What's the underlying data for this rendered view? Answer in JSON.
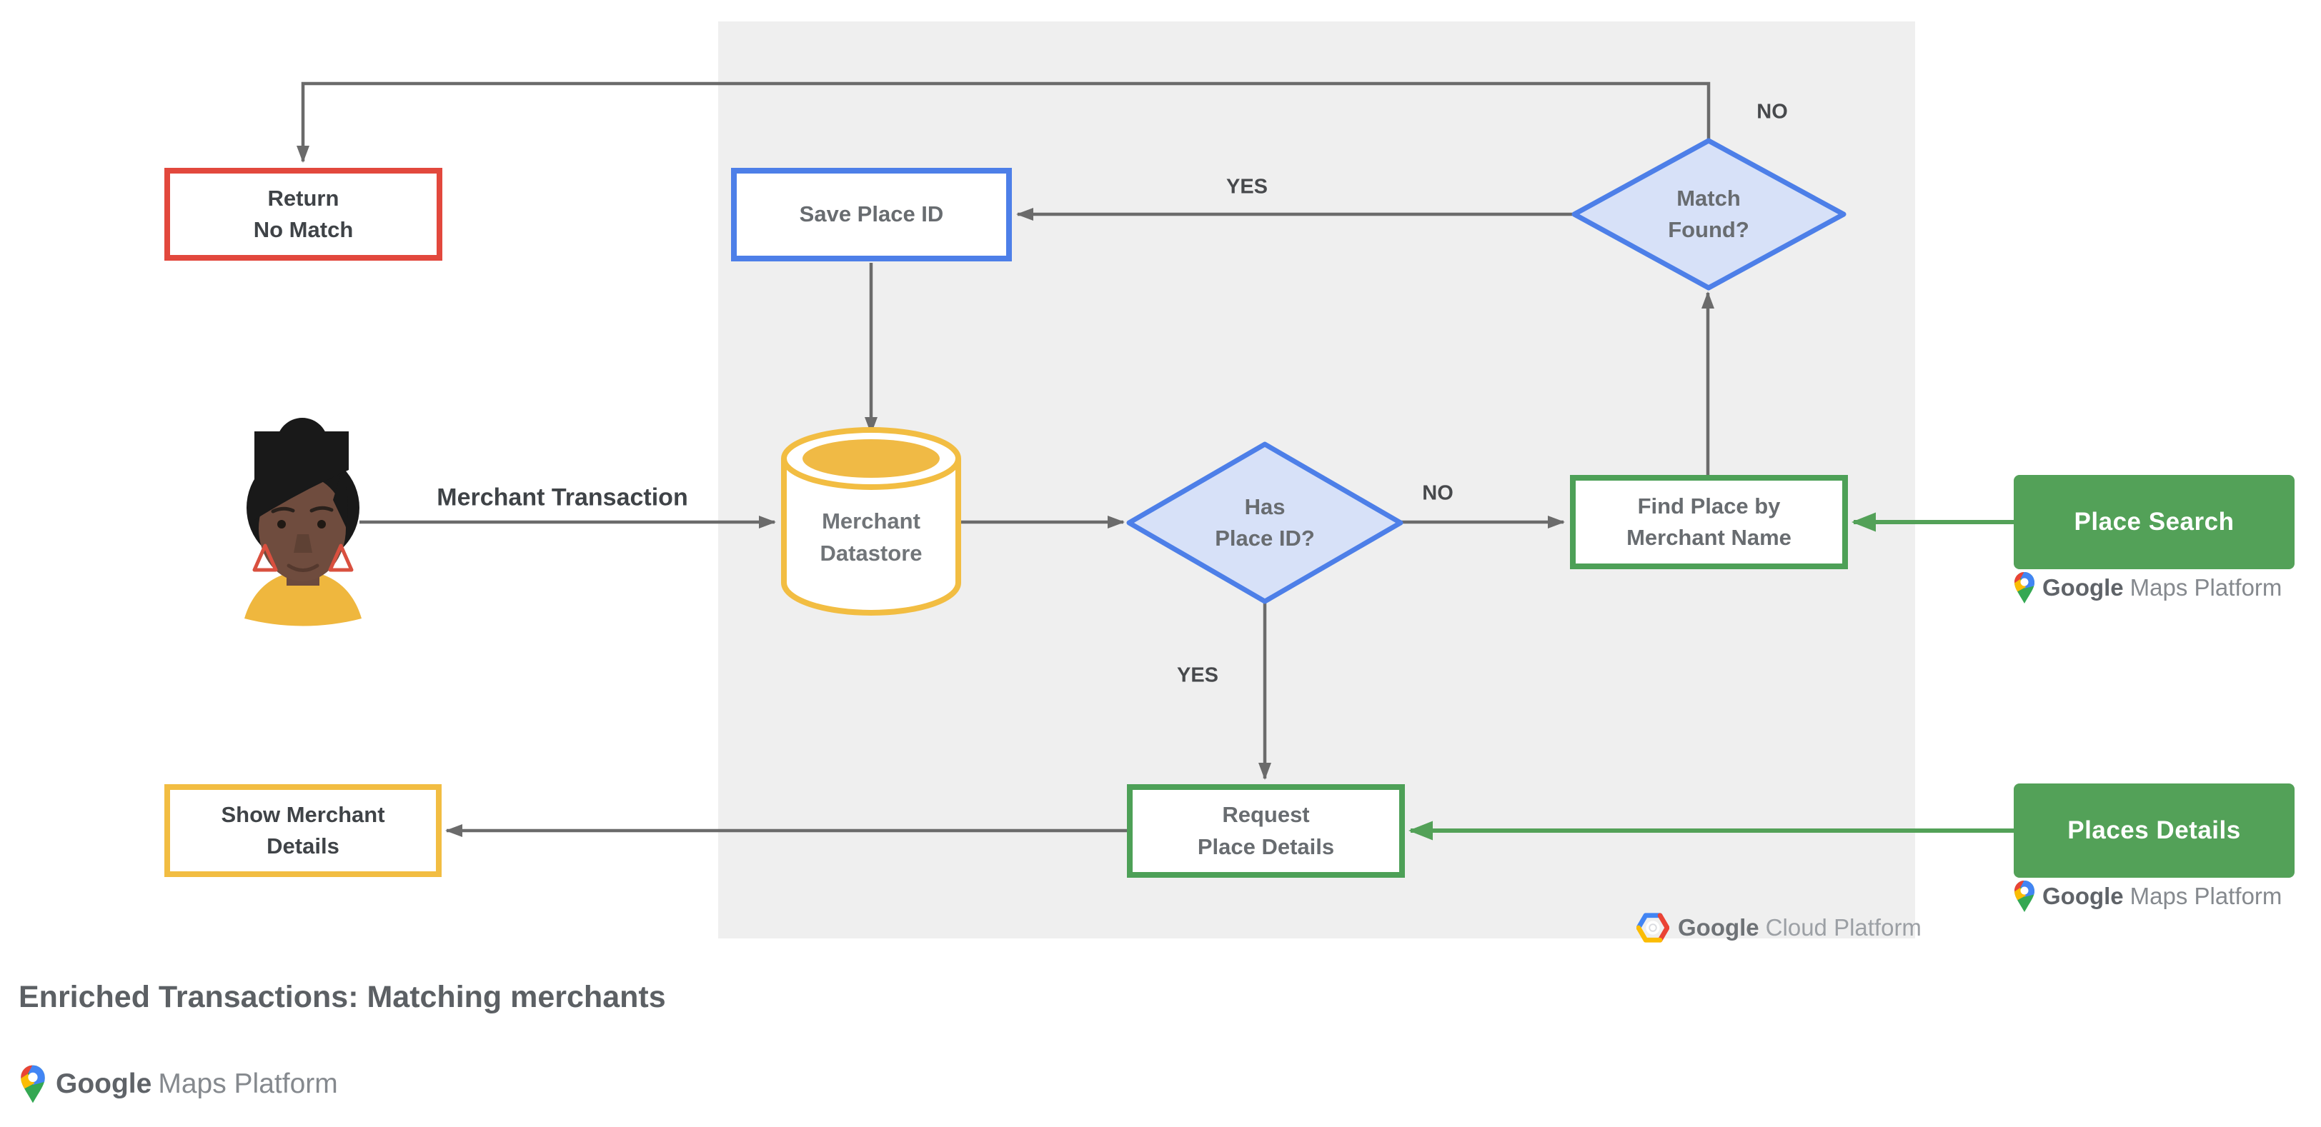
{
  "title": "Enriched Transactions: Matching merchants",
  "colors": {
    "panel_bg": "#EFEFEF",
    "line_gray": "#6B6B6B",
    "node_red": "#E2483D",
    "node_blue": "#4D7FE8",
    "node_blue_fill": "#D7E1F8",
    "node_yellow": "#F2BD42",
    "node_green": "#53A158",
    "text_dark": "#3F4347",
    "text_medium": "#686C70",
    "google_blue": "#4285F4",
    "google_red": "#EA4335",
    "google_yellow": "#FBBC04",
    "google_green": "#34A853"
  },
  "nodes": {
    "return_no_match": {
      "label": "Return\nNo Match"
    },
    "save_place_id": {
      "label": "Save Place ID"
    },
    "match_found": {
      "label": "Match\nFound?"
    },
    "merchant_datastore": {
      "label": "Merchant\nDatastore"
    },
    "has_place_id": {
      "label": "Has\nPlace ID?"
    },
    "find_place_by_merchant_name": {
      "label": "Find Place by\nMerchant Name"
    },
    "request_place_details": {
      "label": "Request\nPlace Details"
    },
    "show_merchant_details": {
      "label": "Show Merchant\nDetails"
    },
    "place_search": {
      "label": "Place Search"
    },
    "places_details": {
      "label": "Places Details"
    }
  },
  "edge_labels": {
    "merchant_transaction": "Merchant Transaction",
    "match_found_yes": "YES",
    "match_found_no": "NO",
    "has_place_id_yes": "YES",
    "has_place_id_no": "NO"
  },
  "branding": {
    "maps_platform_google": "Google",
    "maps_platform_rest": "Maps Platform",
    "cloud_platform_google": "Google",
    "cloud_platform_rest": "Cloud Platform"
  }
}
